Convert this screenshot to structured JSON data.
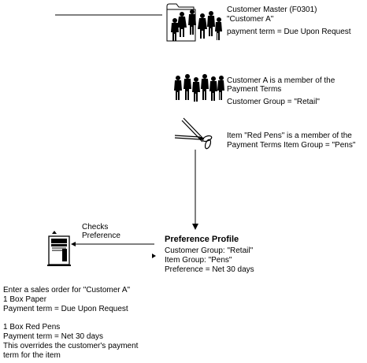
{
  "customer_master": {
    "line1": "Customer Master (F0301)",
    "line2": "\"Customer A\"",
    "line3": "payment term = Due Upon Request"
  },
  "customer_group": {
    "line1": "Customer A is a member of the",
    "line2": "Payment Terms",
    "line3": "Customer Group = \"Retail\""
  },
  "item_group": {
    "line1": "Item \"Red Pens\" is a member of the",
    "line2": "Payment Terms Item Group = \"Pens\""
  },
  "preference_profile": {
    "title": "Preference Profile",
    "line1": "Customer Group: \"Retail\"",
    "line2": "Item Group: \"Pens\"",
    "line3": "Preference = Net 30 days"
  },
  "checks": {
    "line1": "Checks",
    "line2": "Preference"
  },
  "sales_order": {
    "line1": "Enter a sales order for \"Customer A\"",
    "line2": "1 Box Paper",
    "line3": "Payment term = Due Upon Request",
    "line4": "1 Box Red Pens",
    "line5": "Payment term = Net 30 days",
    "line6": "This overrides the customer's payment",
    "line7": "term for the item"
  },
  "icons": [
    "folder-people-icon",
    "people-group-icon",
    "scissors-icon",
    "computer-icon"
  ]
}
